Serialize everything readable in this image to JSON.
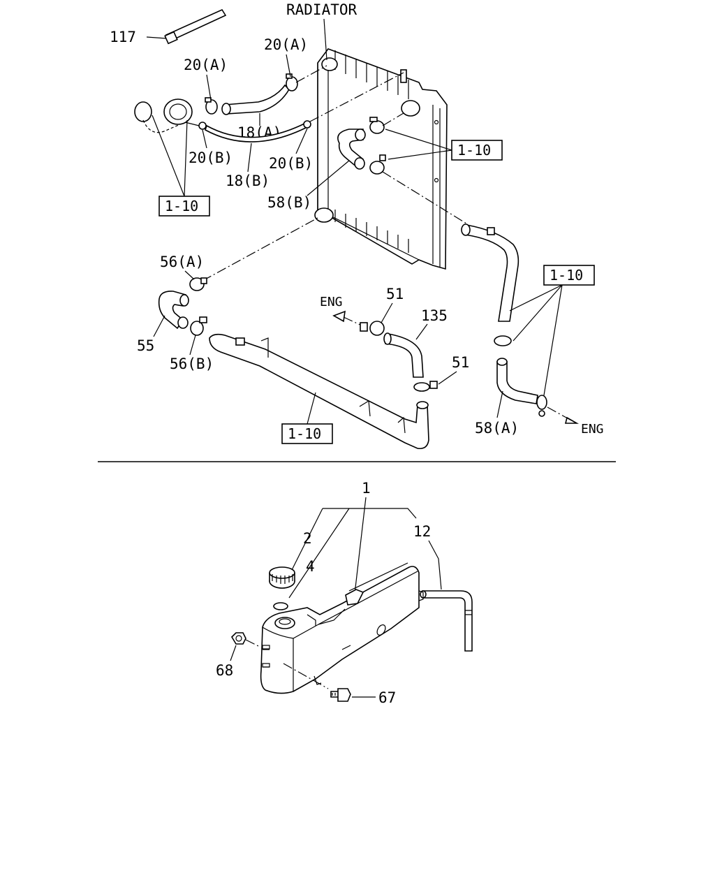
{
  "diagram": {
    "radiator_label": "RADIATOR",
    "eng_label_left": "ENG",
    "eng_label_right": "ENG",
    "ref_box_label": "1-10",
    "colors": {
      "line": "#000000",
      "background": "#ffffff"
    },
    "upper_callouts": {
      "p117": "117",
      "p20a_top": "20(A)",
      "p20a_left": "20(A)",
      "p18a": "18(A)",
      "p20b_left": "20(B)",
      "p20b_right": "20(B)",
      "p18b": "18(B)",
      "p58b": "58(B)",
      "p56a": "56(A)",
      "p55": "55",
      "p56b": "56(B)",
      "p51_top": "51",
      "p135": "135",
      "p51_bottom": "51",
      "p58a": "58(A)"
    },
    "lower_callouts": {
      "p1": "1",
      "p2": "2",
      "p12": "12",
      "p4": "4",
      "p68": "68",
      "p67": "67"
    }
  }
}
